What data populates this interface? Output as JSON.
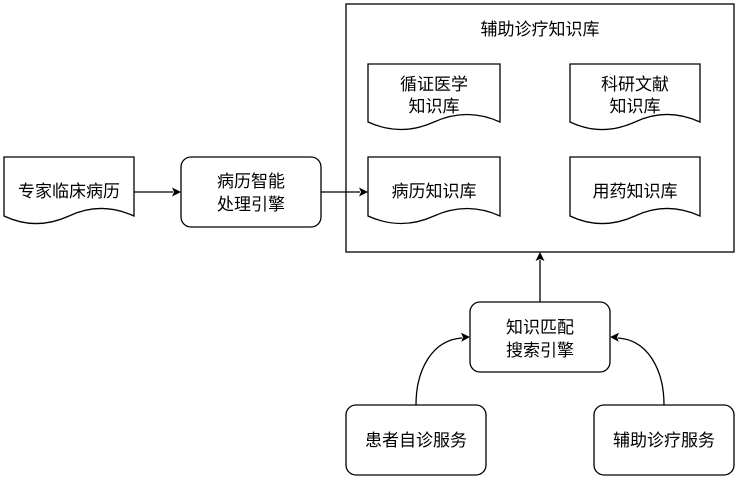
{
  "knowledge_base": {
    "title": "辅助诊疗知识库",
    "evidence_doc": {
      "line1": "循证医学",
      "line2": "知识库"
    },
    "research_doc": {
      "line1": "科研文献",
      "line2": "知识库"
    },
    "record_doc": "病历知识库",
    "drug_doc": "用药知识库"
  },
  "expert_record": "专家临床病历",
  "record_engine": {
    "line1": "病历智能",
    "line2": "处理引擎"
  },
  "match_engine": {
    "line1": "知识匹配",
    "line2": "搜索引擎"
  },
  "patient_service": "患者自诊服务",
  "assist_service": "辅助诊疗服务"
}
